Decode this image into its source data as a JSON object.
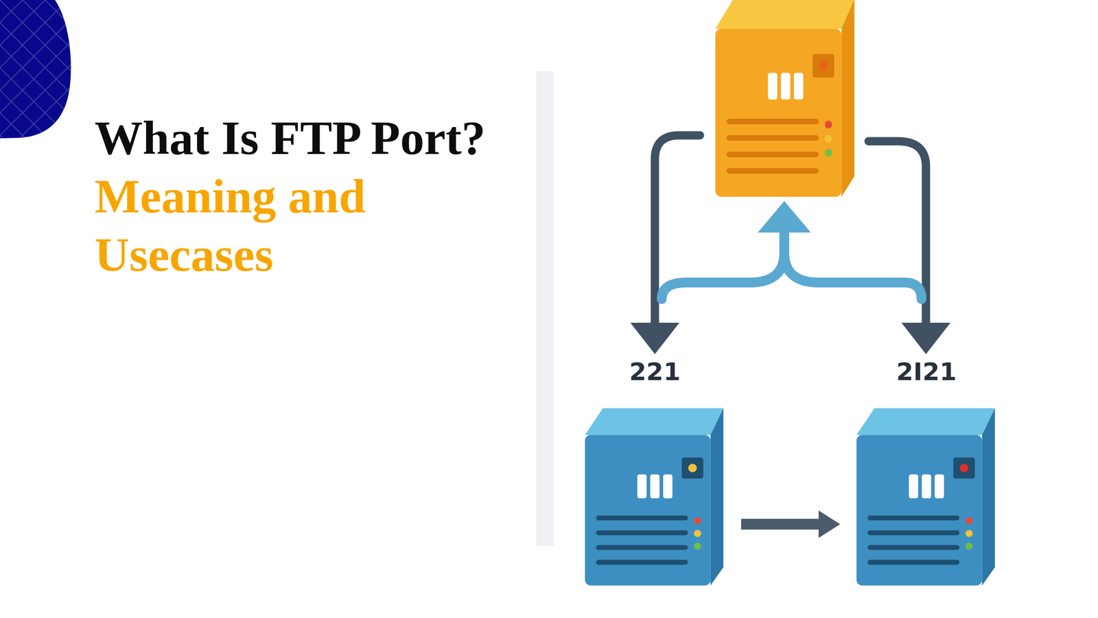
{
  "diagram": {
    "title": "What Is FTP Port?",
    "nodes": [
      {
        "text": [
          "221"
        ]
      },
      {
        "text": [
          "2I21"
        ]
      }
    ],
    "edges": [
      {
        "from": 0,
        "to": 1,
        "arrow": "to"
      }
    ],
    "labels": [
      "Meaning and Usecases"
    ]
  }
}
